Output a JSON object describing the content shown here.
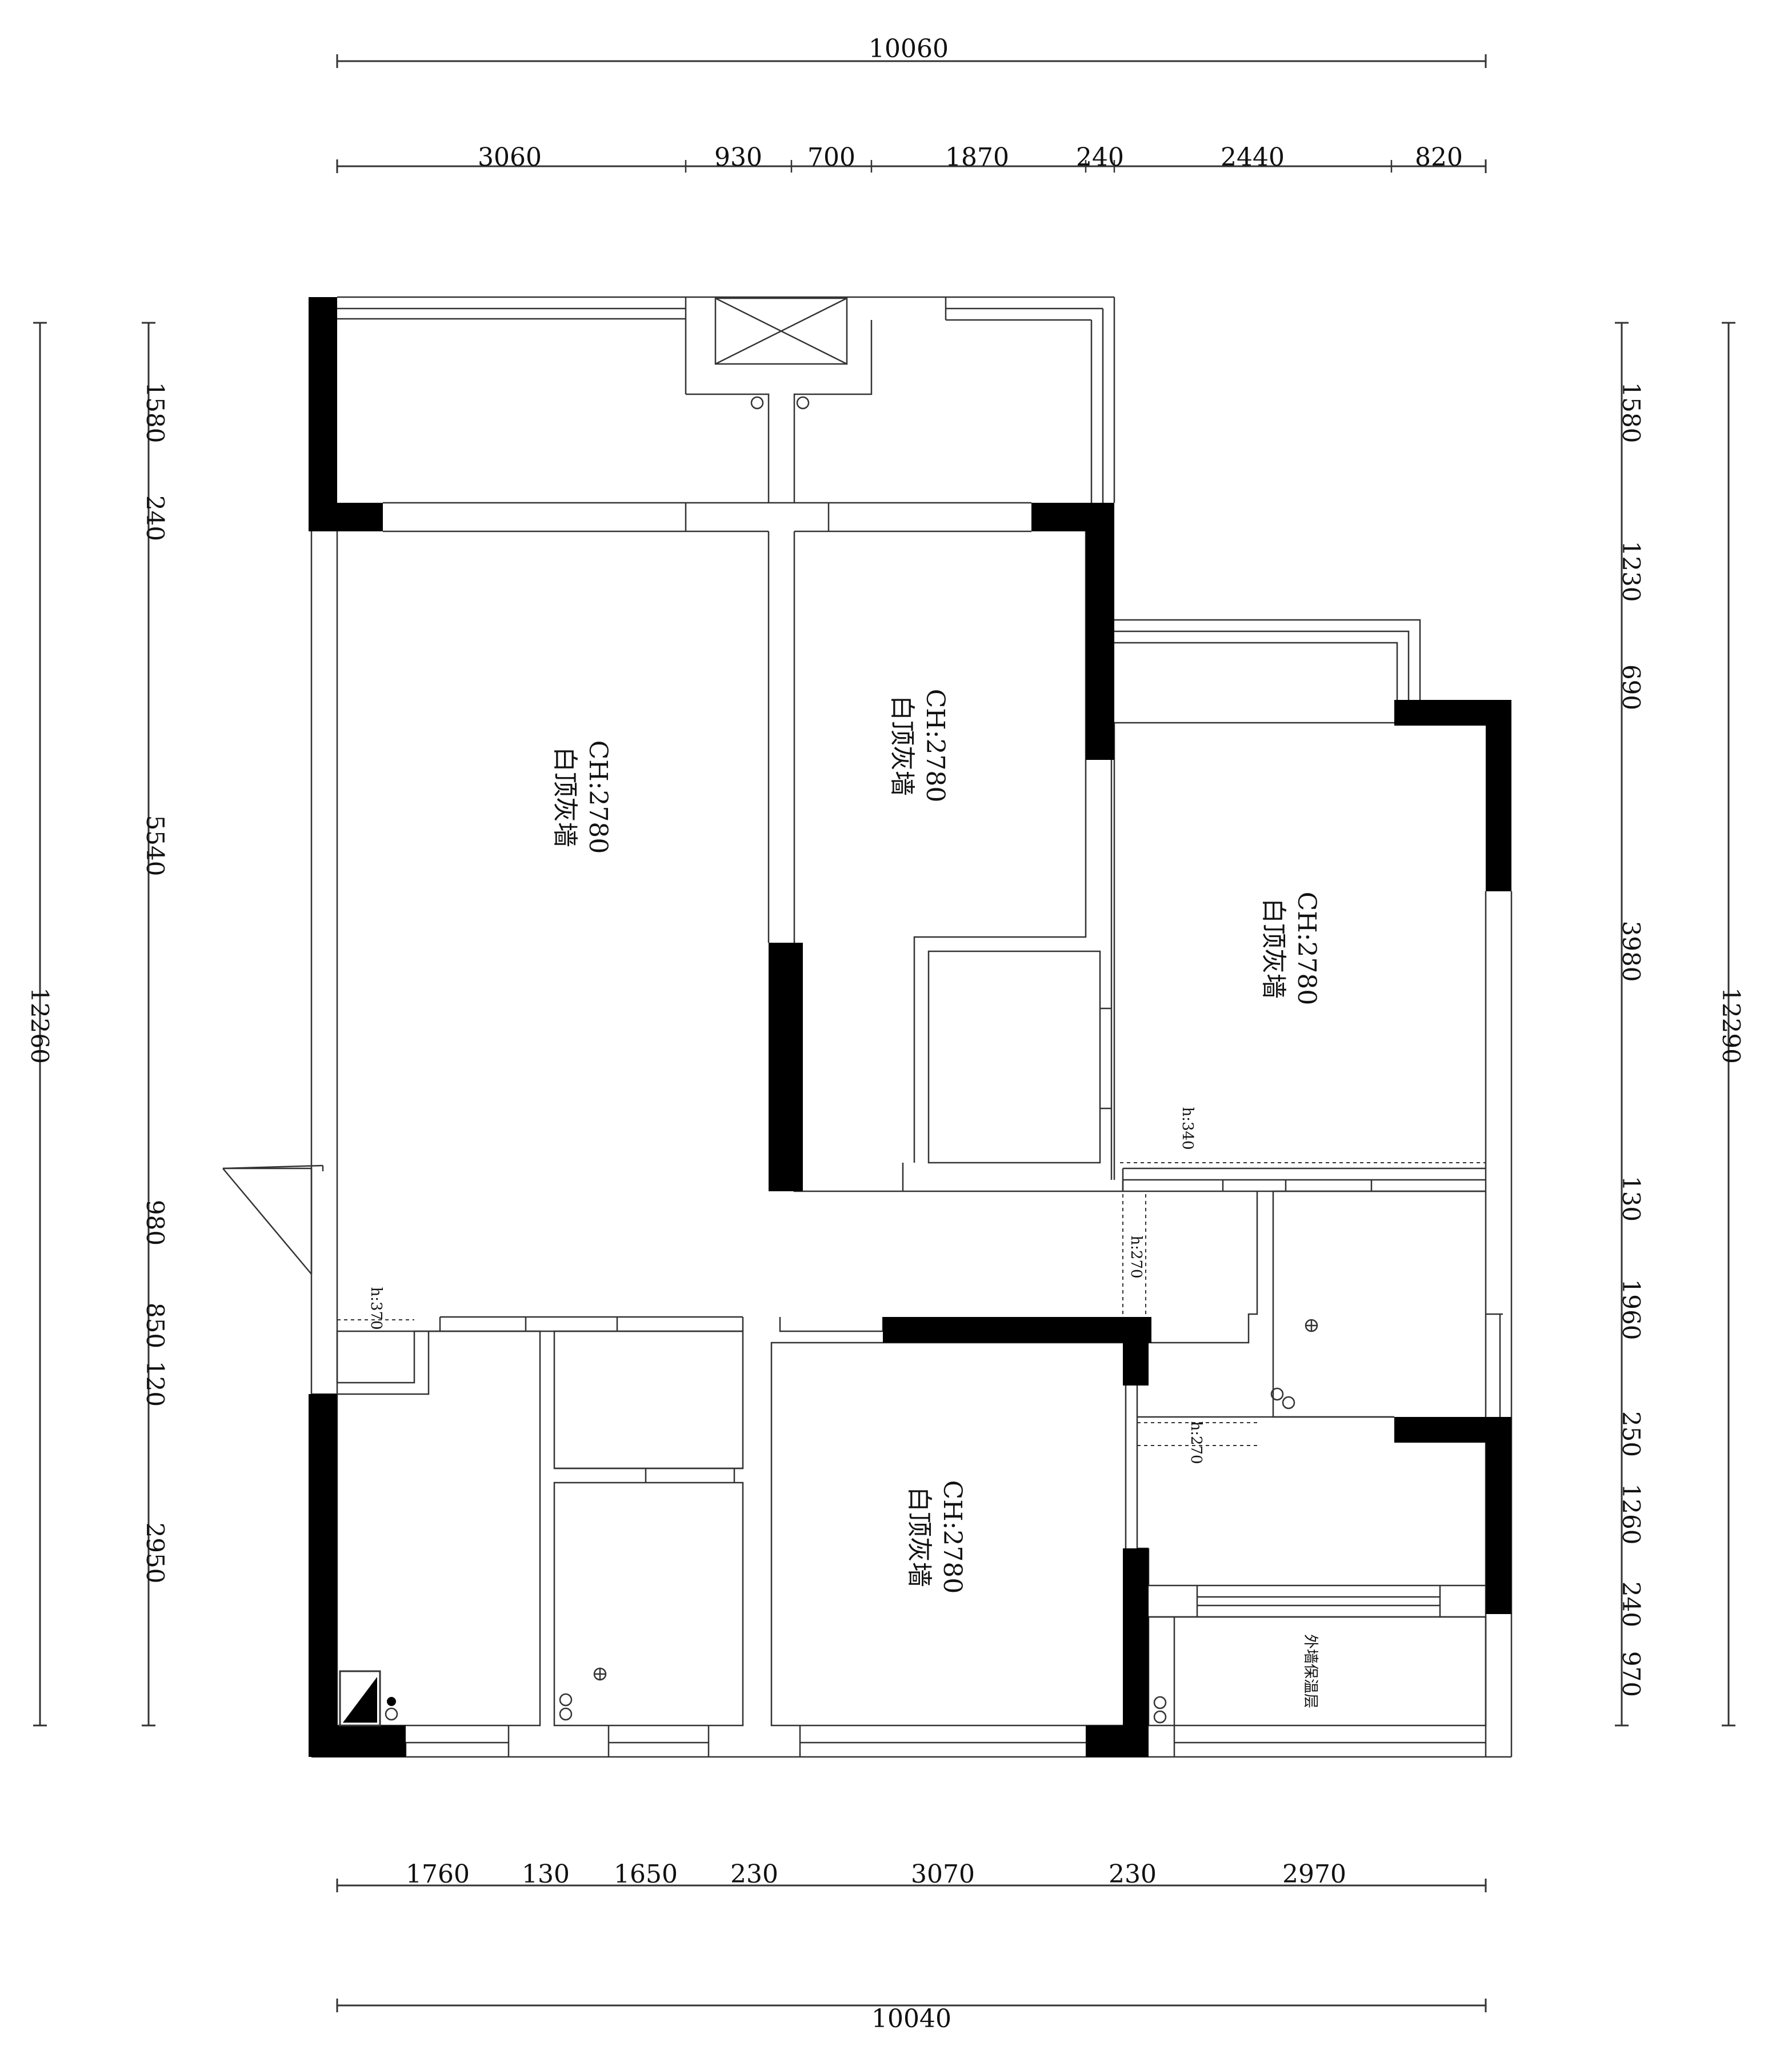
{
  "dimensions": {
    "top_total": "10060",
    "top_segments": [
      "3060",
      "930",
      "700",
      "1870",
      "240",
      "2440",
      "820"
    ],
    "bottom_total": "10040",
    "bottom_segments": [
      "1760",
      "130",
      "1650",
      "230",
      "3070",
      "230",
      "2970"
    ],
    "left_total": "12260",
    "left_segments": [
      "1580",
      "240",
      "5540",
      "980",
      "850",
      "120",
      "2950"
    ],
    "right_total": "12290",
    "right_segments": [
      "1580",
      "1230",
      "690",
      "3980",
      "130",
      "1960",
      "250",
      "1260",
      "240",
      "970"
    ]
  },
  "rooms": [
    {
      "ceiling": "CH:2780",
      "finish": "白顶灰墙"
    },
    {
      "ceiling": "CH:2780",
      "finish": "白顶灰墙"
    },
    {
      "ceiling": "CH:2780",
      "finish": "白顶灰墙"
    },
    {
      "ceiling": "CH:2780",
      "finish": "白顶灰墙"
    }
  ],
  "heights": [
    "h:340",
    "h:270",
    "h:370",
    "h:270"
  ],
  "notes": {
    "insulation": "外墙保温层"
  },
  "colors": {
    "wall": "#000000",
    "line": "#333333",
    "background": "#ffffff"
  }
}
